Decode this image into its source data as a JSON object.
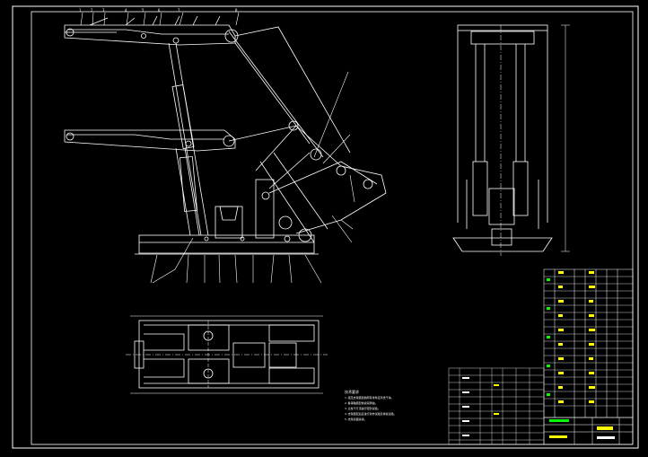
{
  "drawing": {
    "background": "#000000",
    "line_color": "#ffffff",
    "accent_yellow": "#ffff00",
    "accent_green": "#00ff00",
    "accent_red": "#ff3333",
    "accent_cyan": "#00ffff"
  },
  "notes": {
    "title": "技术要求",
    "lines": [
      "1.液压支架装配前所有零件应清洗干净。",
      "2.各销轴装配前涂润滑油。",
      "3.立柱千斤顶进行密封试验。",
      "4.支架装配后应进行动作试验及承载试验。",
      "5.支架表面涂漆。"
    ]
  }
}
